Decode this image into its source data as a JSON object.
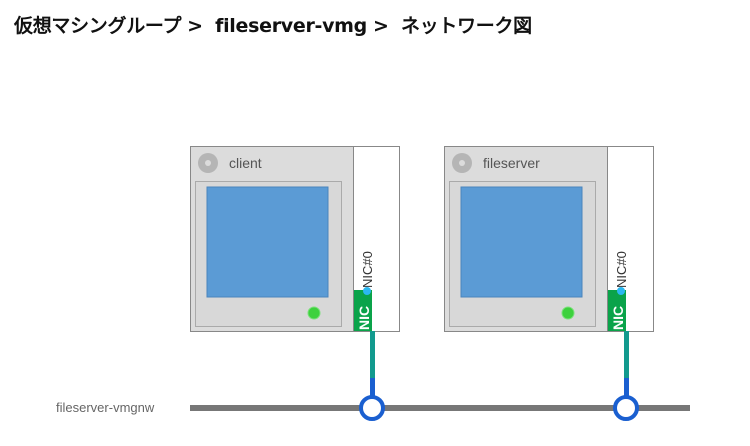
{
  "breadcrumb": {
    "items": [
      "仮想マシングループ",
      "fileserver-vmg",
      "ネットワーク図"
    ],
    "separator": ">"
  },
  "vms": [
    {
      "name": "client",
      "nic_label": "NIC",
      "nic_name": "NIC#0"
    },
    {
      "name": "fileserver",
      "nic_label": "NIC",
      "nic_name": "NIC#0"
    }
  ],
  "network": {
    "name": "fileserver-vmgnw"
  },
  "colors": {
    "screen": "#5b9bd5",
    "power_on": "#3dd13d",
    "nic": "#0aa34a",
    "link": "#129a8e",
    "port": "#1a5fd0",
    "network_bar": "#777777"
  }
}
